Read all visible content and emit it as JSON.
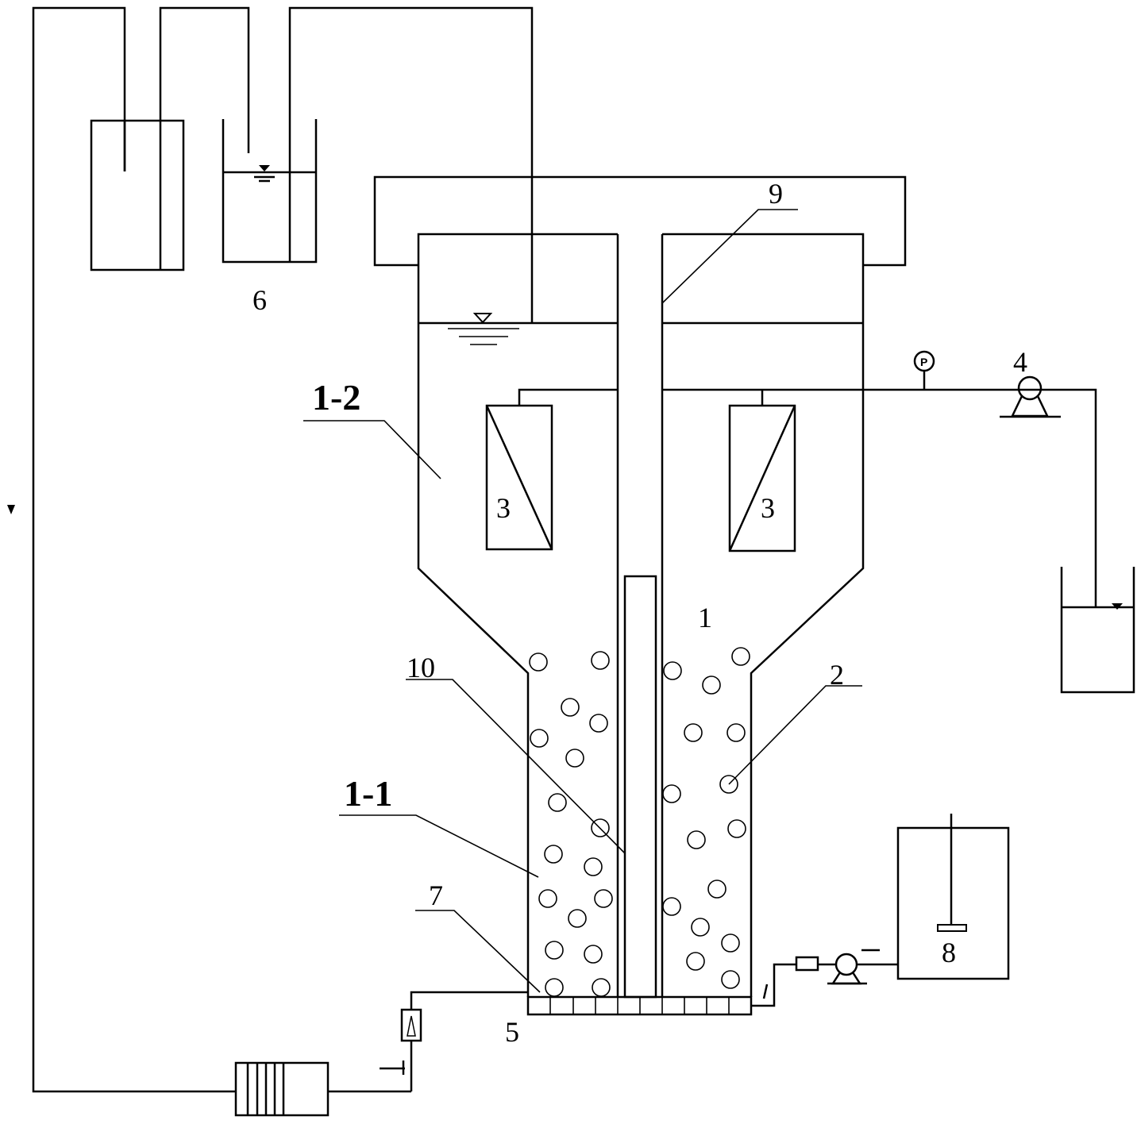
{
  "labels": {
    "reactor": "1",
    "lower_zone": "1-1",
    "upper_zone": "1-2",
    "carrier": "2",
    "membrane_left": "3",
    "membrane_right": "3",
    "suction_pump": "4",
    "distributor": "5",
    "gas_tank": "6",
    "plate": "7",
    "feed_tank": "8",
    "gas_collector": "9",
    "draft_tube": "10",
    "pressure_gauge": "P"
  }
}
